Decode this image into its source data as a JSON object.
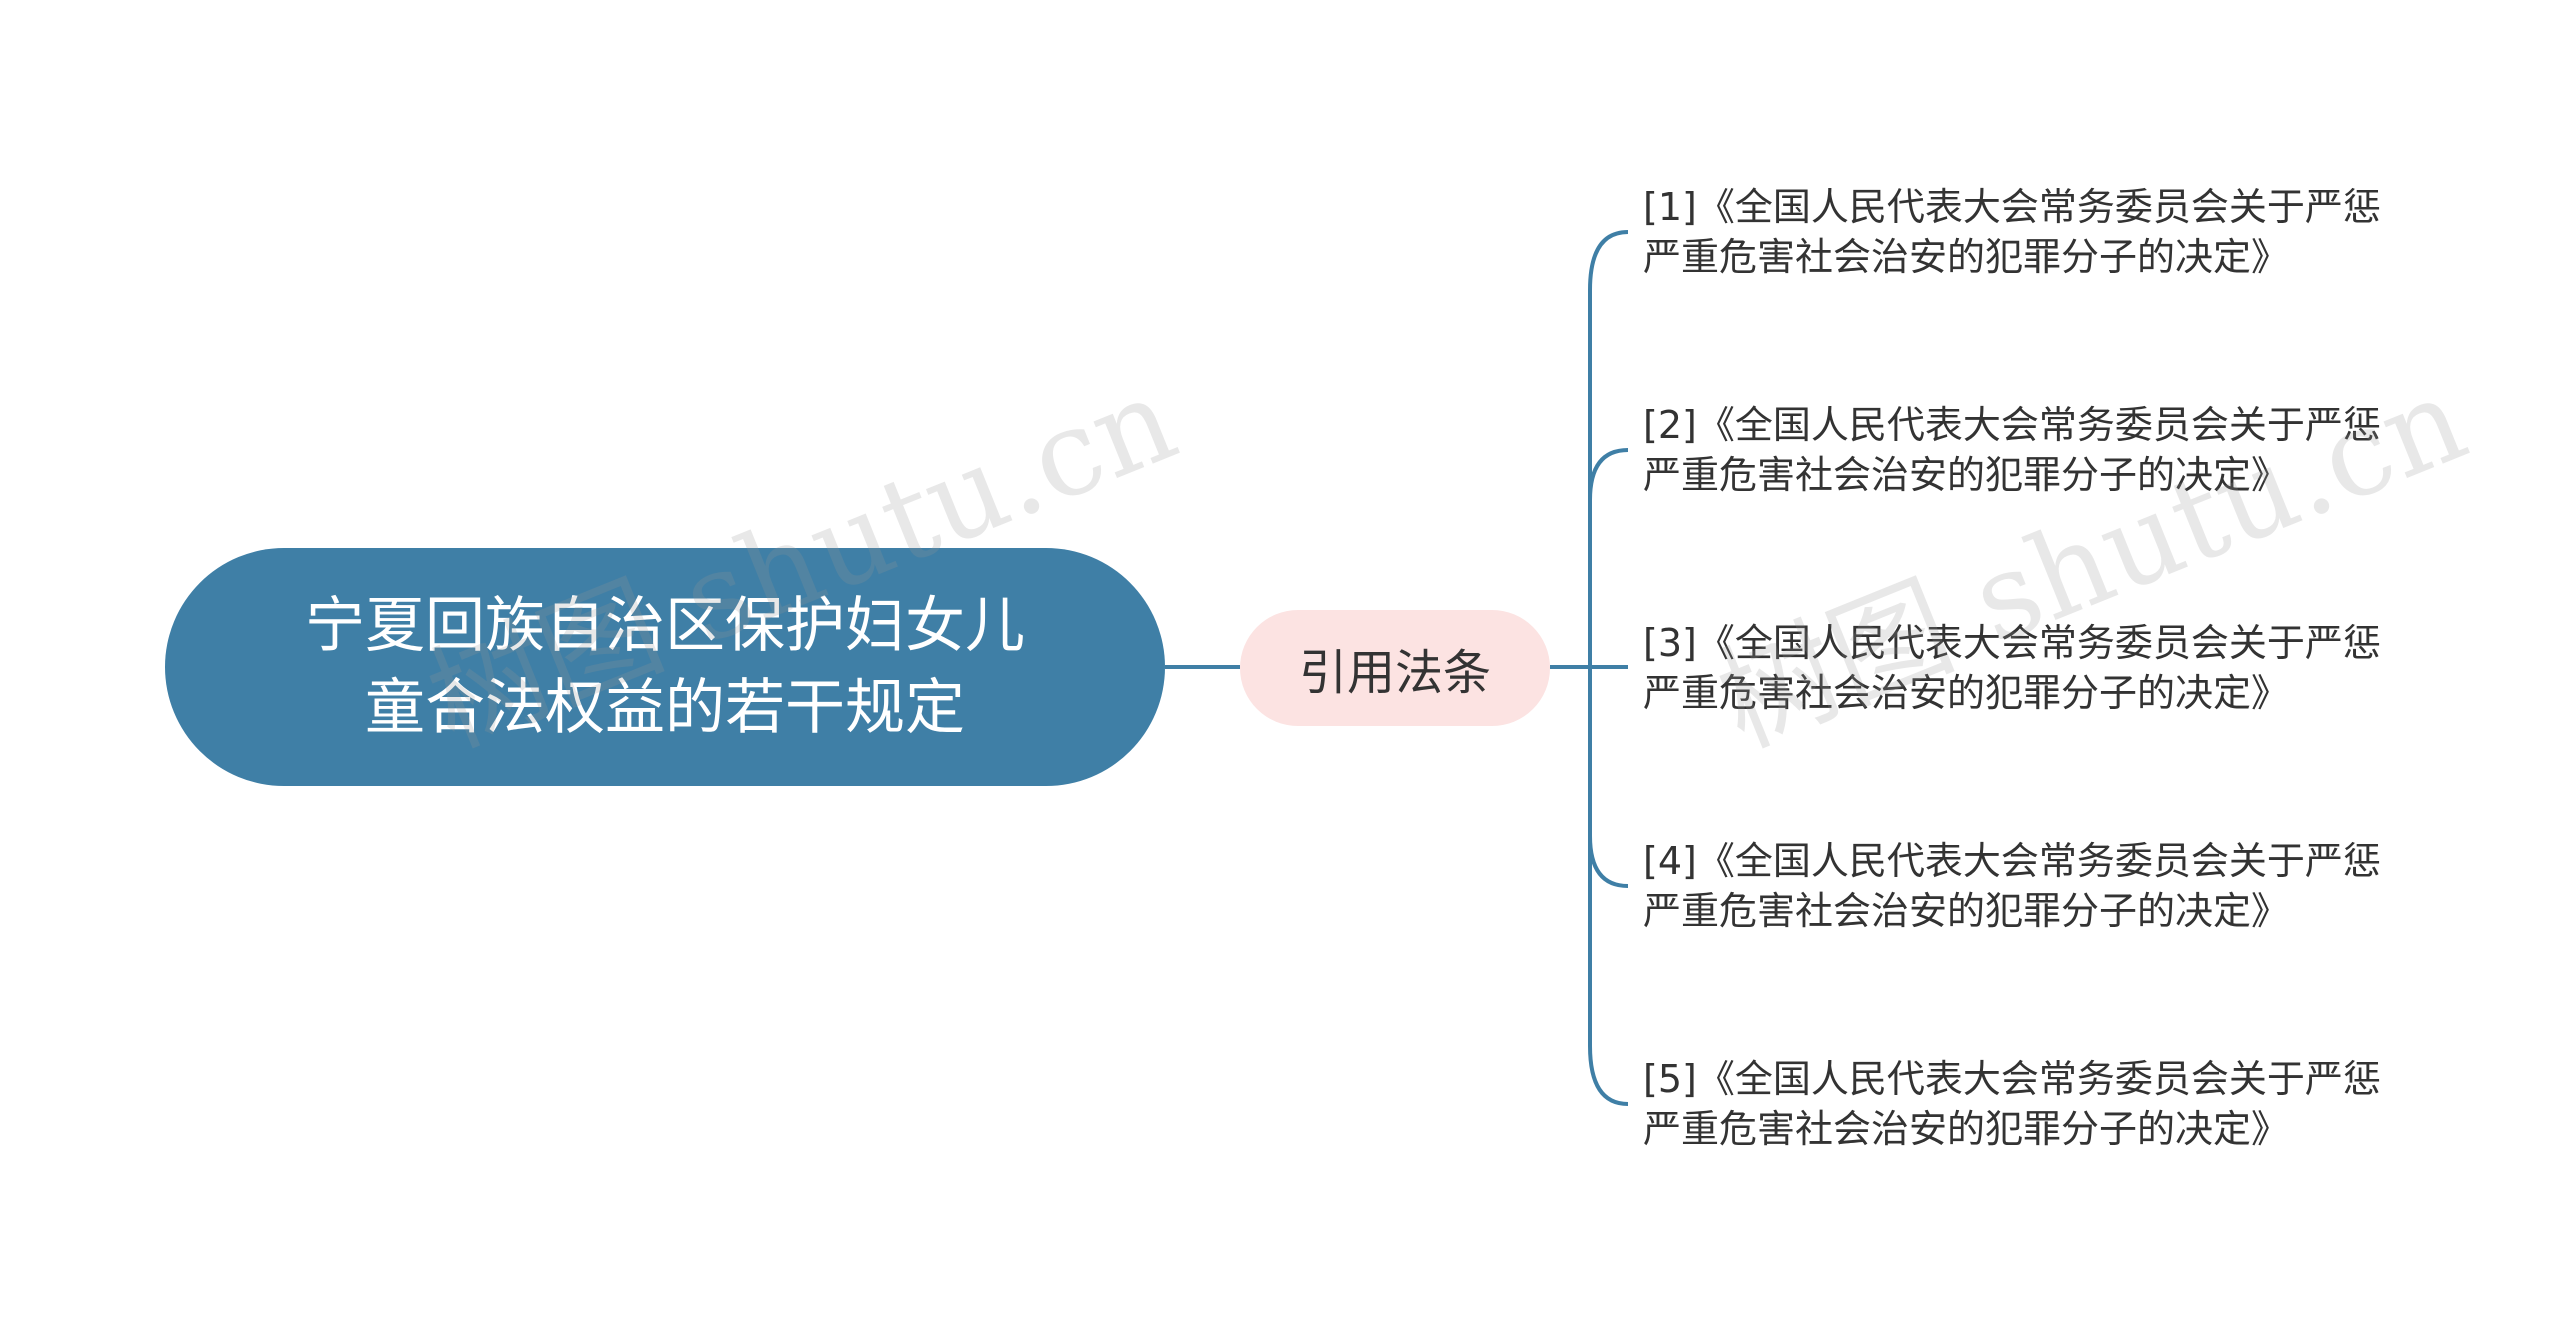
{
  "mindmap": {
    "root": {
      "label": "宁夏回族自治区保护妇女儿童合法权益的若干规定"
    },
    "branch": {
      "label": "引用法条"
    },
    "leaves": [
      {
        "label": "[1]《全国人民代表大会常务委员会关于严惩\n严重危害社会治安的犯罪分子的决定》"
      },
      {
        "label": "[2]《全国人民代表大会常务委员会关于严惩\n严重危害社会治安的犯罪分子的决定》"
      },
      {
        "label": "[3]《全国人民代表大会常务委员会关于严惩\n严重危害社会治安的犯罪分子的决定》"
      },
      {
        "label": "[4]《全国人民代表大会常务委员会关于严惩\n严重危害社会治安的犯罪分子的决定》"
      },
      {
        "label": "[5]《全国人民代表大会常务委员会关于严惩\n严重危害社会治安的犯罪分子的决定》"
      }
    ]
  },
  "watermarks": [
    {
      "text": "树图 shutu.cn"
    },
    {
      "text": "树图 shutu.cn"
    }
  ],
  "colors": {
    "root_fill": "#3f7fa6",
    "branch_fill": "#fce3e2",
    "connector": "#3f7fa6",
    "text": "#333333"
  }
}
